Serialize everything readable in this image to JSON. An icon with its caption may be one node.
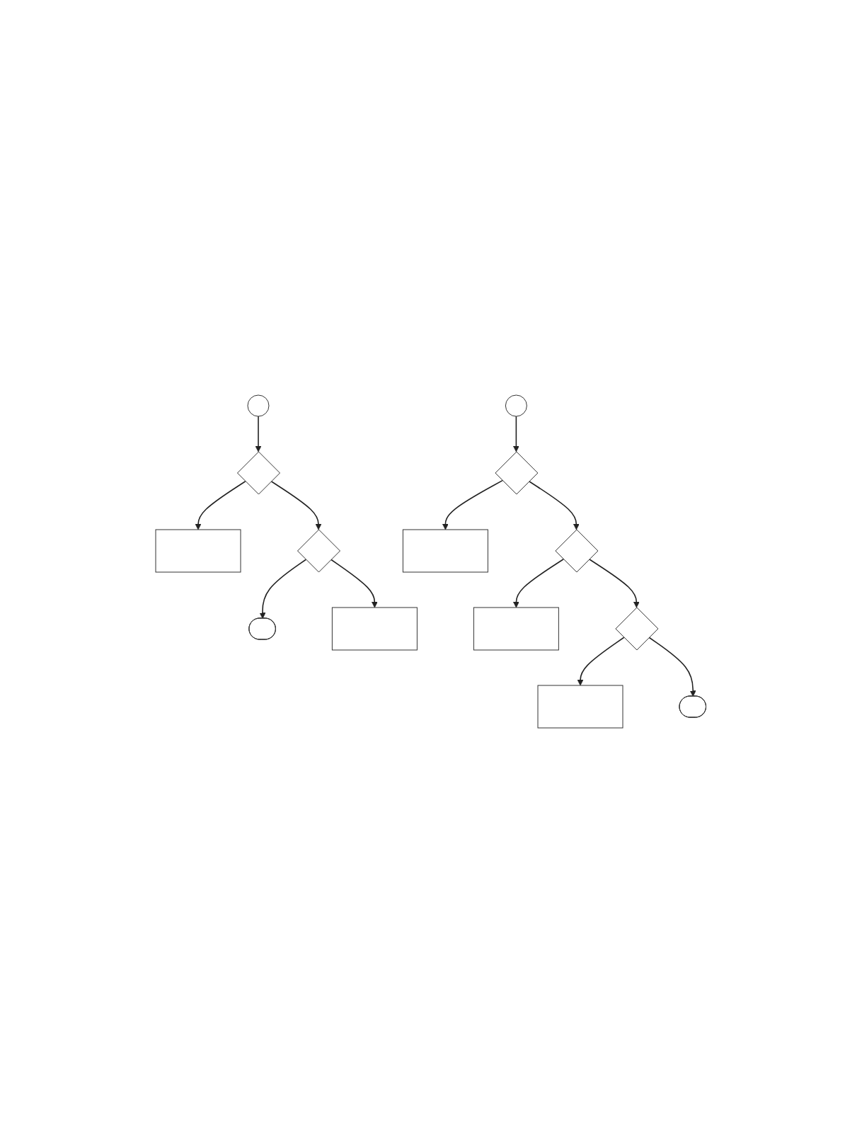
{
  "diagram": {
    "nodes": [
      {
        "text": [],
        "shape": "circle"
      },
      {
        "text": [],
        "shape": "diamond"
      },
      {
        "text": [],
        "shape": "box"
      },
      {
        "text": [],
        "shape": "diamond"
      },
      {
        "text": [],
        "shape": "stadium"
      },
      {
        "text": [],
        "shape": "box"
      },
      {
        "text": [],
        "shape": "circle"
      },
      {
        "text": [],
        "shape": "diamond"
      },
      {
        "text": [],
        "shape": "box"
      },
      {
        "text": [],
        "shape": "diamond"
      },
      {
        "text": [],
        "shape": "box"
      },
      {
        "text": [],
        "shape": "diamond"
      },
      {
        "text": [],
        "shape": "stadium"
      },
      {
        "text": [],
        "shape": "box"
      }
    ],
    "edges": [
      {
        "from": 0,
        "to": 1,
        "arrow": "to"
      },
      {
        "from": 1,
        "to": 2,
        "arrow": "to"
      },
      {
        "from": 1,
        "to": 3,
        "arrow": "to"
      },
      {
        "from": 3,
        "to": 5,
        "arrow": "to"
      },
      {
        "from": 3,
        "to": 4,
        "arrow": "to"
      },
      {
        "from": 6,
        "to": 7,
        "arrow": "to"
      },
      {
        "from": 7,
        "to": 8,
        "arrow": "to"
      },
      {
        "from": 7,
        "to": 9,
        "arrow": "to"
      },
      {
        "from": 9,
        "to": 10,
        "arrow": "to"
      },
      {
        "from": 9,
        "to": 11,
        "arrow": "to"
      },
      {
        "from": 11,
        "to": 13,
        "arrow": "to"
      },
      {
        "from": 11,
        "to": 12,
        "arrow": "to"
      }
    ]
  }
}
